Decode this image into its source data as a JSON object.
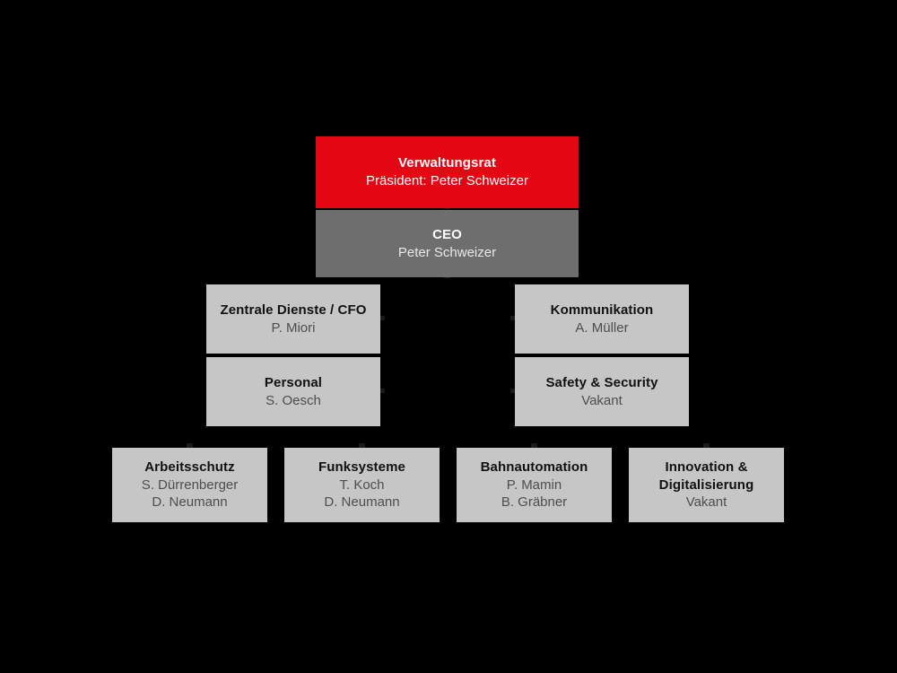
{
  "chart": {
    "type": "org-chart",
    "background_color": "#000000",
    "palette": {
      "board": "#e30613",
      "ceo": "#6e6e6e",
      "department": "#c6c6c6",
      "unit": "#c6c6c6",
      "title_text_dark": "#111111",
      "title_text_light": "#ffffff",
      "person_text_muted": "#4e4e4e"
    },
    "levels": {
      "board": {
        "title": "Verwaltungsrat",
        "person": "Präsident: Peter Schweizer"
      },
      "ceo": {
        "title": "CEO",
        "person": "Peter Schweizer"
      },
      "departments_left": [
        {
          "title": "Zentrale Dienste / CFO",
          "person": "P. Miori"
        },
        {
          "title": "Personal",
          "person": "S. Oesch"
        }
      ],
      "departments_right": [
        {
          "title": "Kommunikation",
          "person": "A. Müller"
        },
        {
          "title": "Safety & Security",
          "person": "Vakant"
        }
      ],
      "units": [
        {
          "title": "Arbeitsschutz",
          "person": "S. Dürrenberger",
          "person2": "D. Neumann"
        },
        {
          "title": "Funksysteme",
          "person": "T. Koch",
          "person2": "D. Neumann"
        },
        {
          "title": "Bahnautomation",
          "person": "P. Mamin",
          "person2": "B. Gräbner"
        },
        {
          "title": "Innovation & Digitalisierung",
          "title_line1": "Innovation &",
          "title_line2": "Digitalisierung",
          "person": "Vakant",
          "person2": ""
        }
      ]
    }
  }
}
